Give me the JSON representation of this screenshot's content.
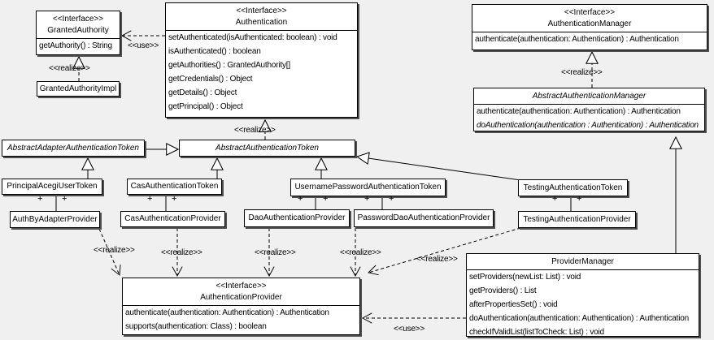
{
  "labels": {
    "interface": "<<Interface>>",
    "realize": "<<realize>>",
    "use": "<<use>>",
    "plus": "+"
  },
  "classes": {
    "granted_authority": {
      "stereotype": "<<Interface>>",
      "name": "GrantedAuthority",
      "methods": [
        "getAuthority() : String"
      ]
    },
    "granted_authority_impl": {
      "name": "GrantedAuthorityImpl"
    },
    "authentication": {
      "stereotype": "<<Interface>>",
      "name": "Authentication",
      "methods": [
        "setAuthenticated(isAuthenticated: boolean) : void",
        "isAuthenticated() : boolean",
        "getAuthorities() : GrantedAuthority[]",
        "getCredentials() : Object",
        "getDetails() : Object",
        "getPrincipal() : Object"
      ]
    },
    "authentication_manager": {
      "stereotype": "<<Interface>>",
      "name": "AuthenticationManager",
      "methods": [
        "authenticate(authentication: Authentication) : Authentication"
      ]
    },
    "abstract_authentication_manager": {
      "name": "AbstractAuthenticationManager",
      "abstract": true,
      "methods": [
        "authenticate(authentication: Authentication) : Authentication",
        "doAuthentication(authentication : Authentication) : Authentication"
      ]
    },
    "abstract_adapter_authentication_token": {
      "name": "AbstractAdapterAuthenticationToken",
      "abstract": true
    },
    "abstract_authentication_token": {
      "name": "AbstractAuthenticationToken",
      "abstract": true
    },
    "principal_acegi_user_token": {
      "name": "PrincipalAcegiUserToken"
    },
    "cas_authentication_token": {
      "name": "CasAuthenticationToken"
    },
    "username_password_authentication_token": {
      "name": "UsernamePasswordAuthenticationToken"
    },
    "testing_authentication_token": {
      "name": "TestingAuthenticationToken"
    },
    "auth_by_adapter_provider": {
      "name": "AuthByAdapterProvider"
    },
    "cas_authentication_provider": {
      "name": "CasAuthenticationProvider"
    },
    "dao_authentication_provider": {
      "name": "DaoAuthenticationProvider"
    },
    "password_dao_authentication_provider": {
      "name": "PasswordDaoAuthenticationProvider"
    },
    "testing_authentication_provider": {
      "name": "TestingAuthenticationProvider"
    },
    "authentication_provider": {
      "stereotype": "<<Interface>>",
      "name": "AuthenticationProvider",
      "methods": [
        "authenticate(authentication: Authentication) : Authentication",
        "supports(authentication: Class) : boolean"
      ]
    },
    "provider_manager": {
      "name": "ProviderManager",
      "methods": [
        "setProviders(newList: List) : void",
        "getProviders() : List",
        "afterPropertiesSet() : void",
        "doAuthentication(authentication: Authentication) : Authentication",
        "checkIfValidList(listToCheck: List) : void"
      ]
    }
  },
  "relationships": [
    {
      "type": "use",
      "from": "Authentication",
      "to": "GrantedAuthority"
    },
    {
      "type": "realize",
      "from": "GrantedAuthorityImpl",
      "to": "GrantedAuthority"
    },
    {
      "type": "realize",
      "from": "AbstractAuthenticationToken",
      "to": "Authentication"
    },
    {
      "type": "realize",
      "from": "AbstractAuthenticationManager",
      "to": "AuthenticationManager"
    },
    {
      "type": "generalization",
      "from": "AbstractAdapterAuthenticationToken",
      "to": "AbstractAuthenticationToken"
    },
    {
      "type": "generalization",
      "from": "PrincipalAcegiUserToken",
      "to": "AbstractAdapterAuthenticationToken"
    },
    {
      "type": "generalization",
      "from": "CasAuthenticationToken",
      "to": "AbstractAuthenticationToken"
    },
    {
      "type": "generalization",
      "from": "UsernamePasswordAuthenticationToken",
      "to": "AbstractAuthenticationToken"
    },
    {
      "type": "generalization",
      "from": "TestingAuthenticationToken",
      "to": "AbstractAuthenticationToken"
    },
    {
      "type": "generalization",
      "from": "ProviderManager",
      "to": "AbstractAuthenticationManager"
    },
    {
      "type": "association",
      "from": "PrincipalAcegiUserToken",
      "to": "AuthByAdapterProvider",
      "end_labels": [
        "+",
        "+"
      ]
    },
    {
      "type": "association",
      "from": "CasAuthenticationToken",
      "to": "CasAuthenticationProvider",
      "end_labels": [
        "+",
        "+"
      ]
    },
    {
      "type": "association",
      "from": "UsernamePasswordAuthenticationToken",
      "to": "DaoAuthenticationProvider",
      "end_labels": [
        "+",
        "+"
      ]
    },
    {
      "type": "association",
      "from": "UsernamePasswordAuthenticationToken",
      "to": "PasswordDaoAuthenticationProvider",
      "end_labels": [
        "+",
        "+"
      ]
    },
    {
      "type": "association",
      "from": "TestingAuthenticationToken",
      "to": "TestingAuthenticationProvider",
      "end_labels": [
        "+",
        "+"
      ]
    },
    {
      "type": "realize",
      "from": "AuthByAdapterProvider",
      "to": "AuthenticationProvider"
    },
    {
      "type": "realize",
      "from": "CasAuthenticationProvider",
      "to": "AuthenticationProvider"
    },
    {
      "type": "realize",
      "from": "DaoAuthenticationProvider",
      "to": "AuthenticationProvider"
    },
    {
      "type": "realize",
      "from": "PasswordDaoAuthenticationProvider",
      "to": "AuthenticationProvider"
    },
    {
      "type": "realize",
      "from": "TestingAuthenticationProvider",
      "to": "AuthenticationProvider"
    },
    {
      "type": "use",
      "from": "ProviderManager",
      "to": "AuthenticationProvider"
    }
  ],
  "colors": {
    "background": "#f0f0f0",
    "box_fill": "#ffffff",
    "box_border": "#000000",
    "box_shadow": "#4f4f4f"
  }
}
